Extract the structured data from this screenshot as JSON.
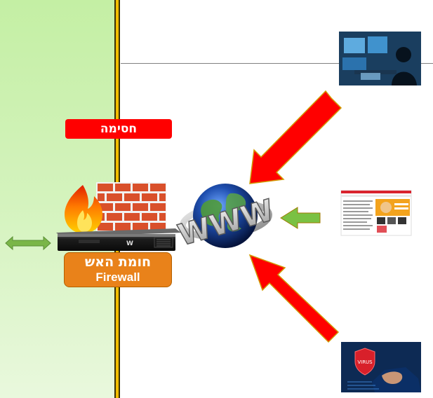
{
  "labels": {
    "block": "חסימה",
    "firewall_he": "חומת האש",
    "firewall_en": "Firewall",
    "www": "WWW"
  },
  "colors": {
    "safe_zone": "#c9f0ad",
    "wall_line": "#f2bd00",
    "block_badge": "#ff0000",
    "firewall_badge": "#e9821a",
    "threat_arrow": "#ff0000",
    "allowed_arrow": "#7ac143"
  },
  "icons": [
    "fire-icon",
    "brick-wall-icon",
    "server-appliance-icon",
    "globe-www-icon",
    "hacker-image",
    "news-site-image",
    "virus-alert-image",
    "bidirectional-arrow-icon"
  ]
}
